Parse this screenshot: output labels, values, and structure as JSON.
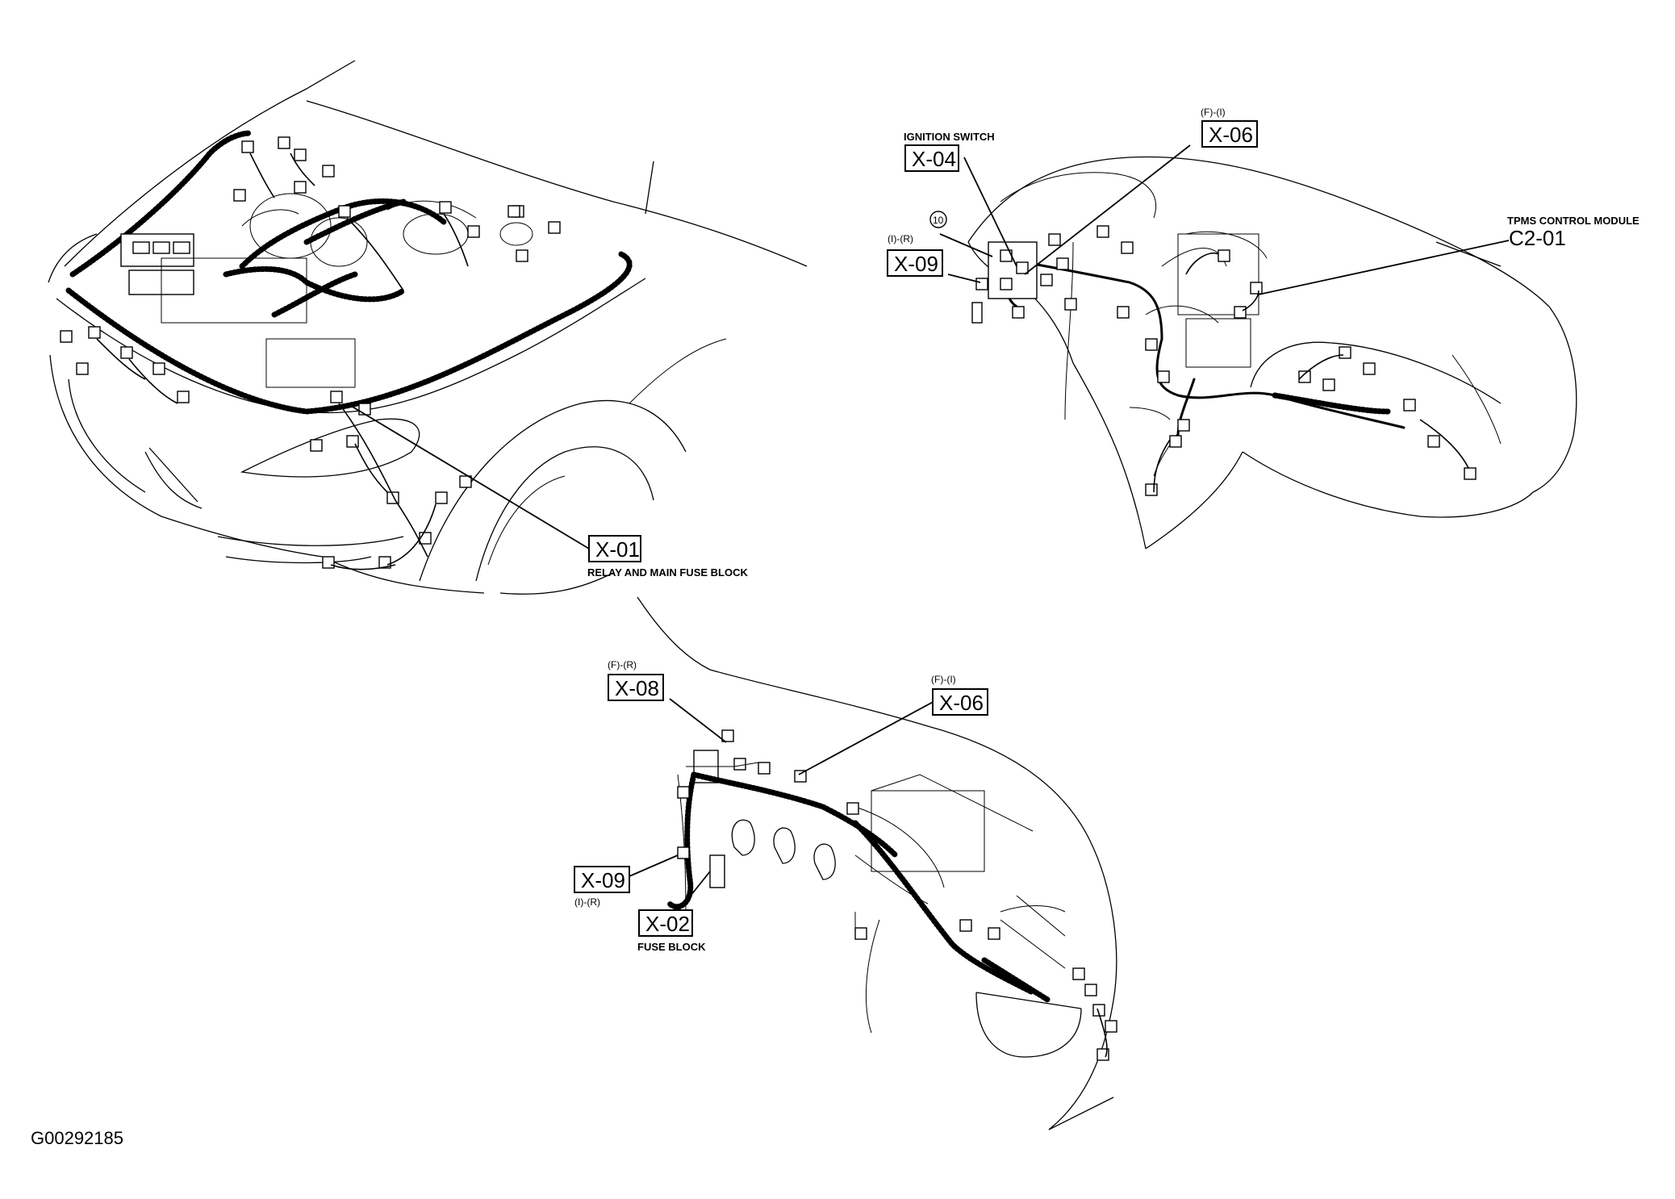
{
  "figure_id": "G00292185",
  "callouts": {
    "x01": {
      "code": "X-01",
      "caption": "RELAY AND MAIN FUSE BLOCK"
    },
    "x04": {
      "code": "X-04",
      "caption": "IGNITION SWITCH"
    },
    "x06_top": {
      "code": "X-06",
      "tag": "(F)-(I)"
    },
    "x09_top": {
      "code": "X-09",
      "tag": "(I)-(R)"
    },
    "c201": {
      "code": "C2-01",
      "caption": "TPMS CONTROL MODULE"
    },
    "marker_10": "10",
    "x08": {
      "code": "X-08",
      "tag": "(F)-(R)"
    },
    "x06_bottom": {
      "code": "X-06",
      "tag": "(F)-(I)"
    },
    "x09_bottom": {
      "code": "X-09",
      "tag": "(I)-(R)"
    },
    "x02": {
      "code": "X-02",
      "caption": "FUSE BLOCK"
    }
  }
}
